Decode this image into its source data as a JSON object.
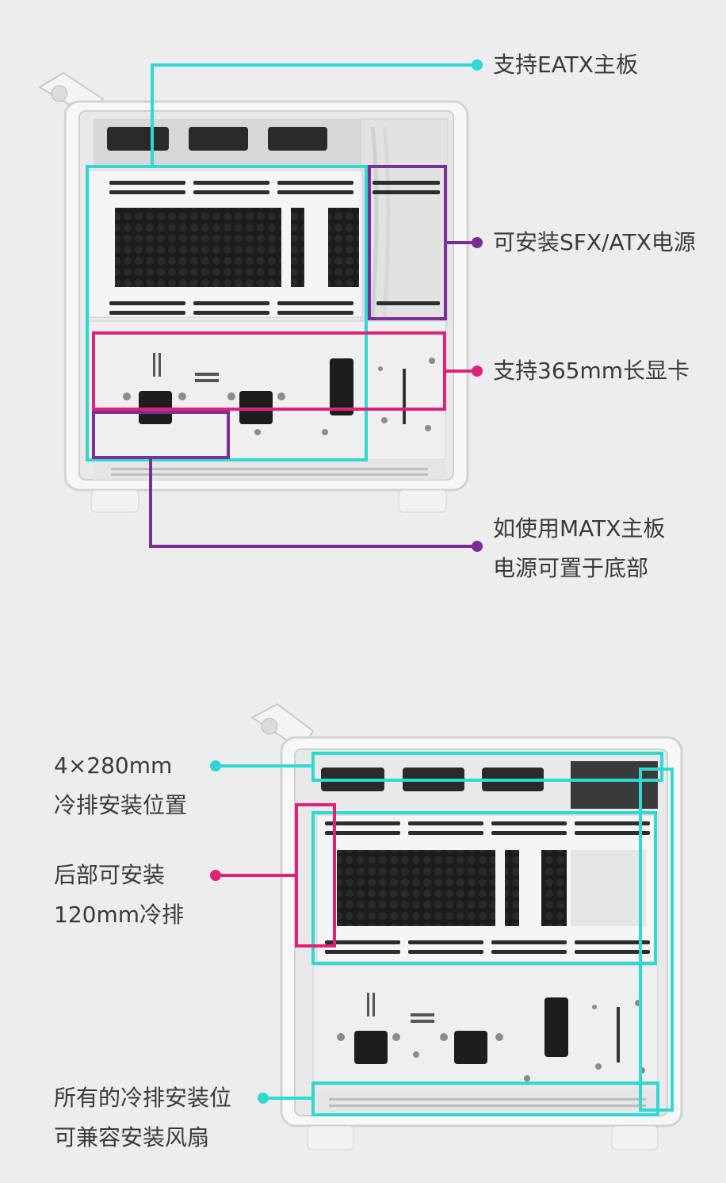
{
  "colors": {
    "cyan": "#2fd8d2",
    "purple": "#7a2f96",
    "magenta": "#e0217a",
    "text": "#3a3a3a",
    "background": "#ededed"
  },
  "top_section": {
    "eatx_label": "支持EATX主板",
    "psu_label": "可安装SFX/ATX电源",
    "gpu_label": "支持365mm长显卡",
    "matx_line1": "如使用MATX主板",
    "matx_line2": "电源可置于底部"
  },
  "bottom_section": {
    "radiator_line1": "4×280mm",
    "radiator_line2": "冷排安装位置",
    "rear_line1": "后部可安装",
    "rear_line2": "120mm冷排",
    "fan_line1": "所有的冷排安装位",
    "fan_line2": "可兼容安装风扇"
  }
}
